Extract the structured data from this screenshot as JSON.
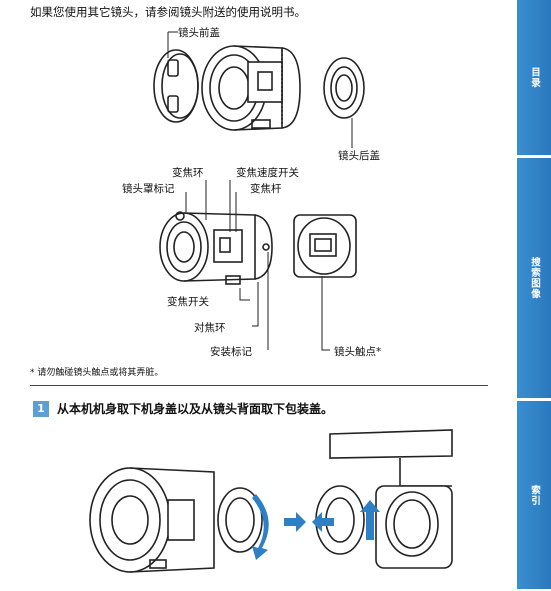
{
  "intro_text": "如果您使用其它镜头，请参阅镜头附送的使用说明书。",
  "labels": {
    "front_cap": "镜头前盖",
    "rear_cap": "镜头后盖",
    "zoom_ring": "变焦环",
    "zoom_speed_switch": "变焦速度开关",
    "hood_index": "镜头罩标记",
    "zoom_lever": "变焦杆",
    "zoom_switch": "变焦开关",
    "focus_ring": "对焦环",
    "mount_index": "安装标记",
    "contacts": "镜头触点*"
  },
  "footnote": "* 请勿触碰镜头触点或将其弄脏。",
  "step": {
    "number": "1",
    "text": "从本机机身取下机身盖以及从镜头背面取下包装盖。"
  },
  "sidebar": {
    "tabs": [
      {
        "label": "目录"
      },
      {
        "label": "搜索图像"
      },
      {
        "label": "索引"
      }
    ]
  },
  "colors": {
    "accent": "#2b78bd",
    "step_badge": "#5aa0d6",
    "arrow": "#2f7fc4"
  }
}
